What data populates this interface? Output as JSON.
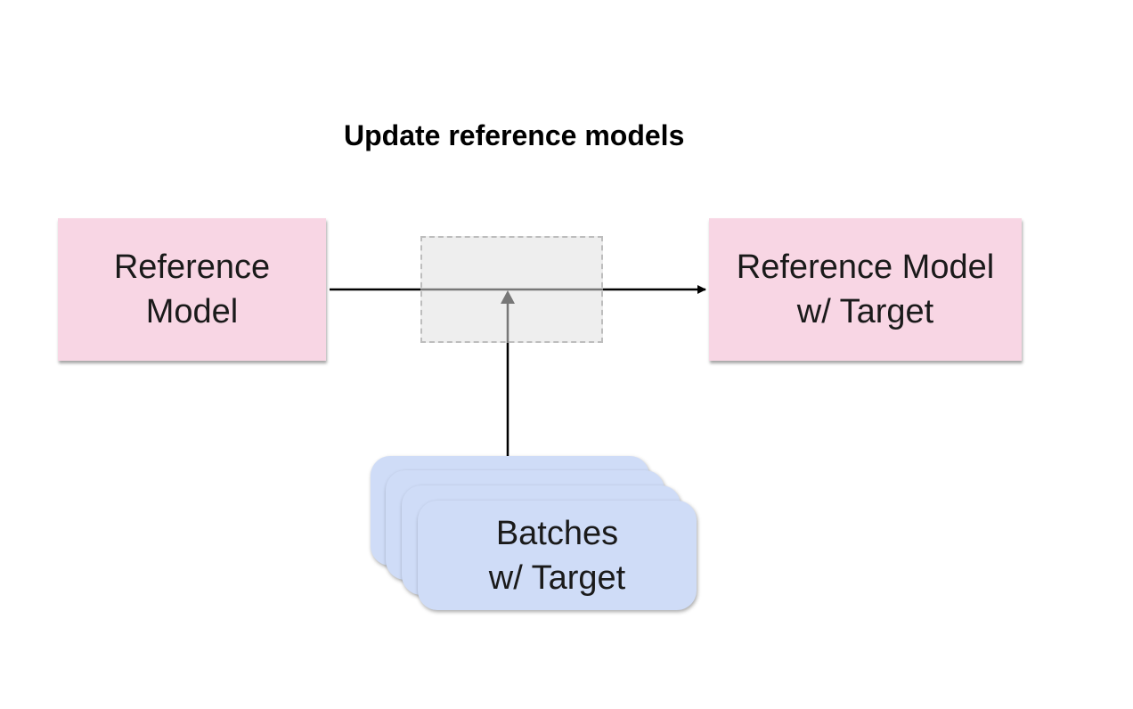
{
  "title": "Update reference models",
  "nodes": {
    "reference_model": {
      "line1": "Reference",
      "line2": "Model"
    },
    "reference_model_target": {
      "line1": "Reference Model",
      "line2": "w/ Target"
    },
    "batches": {
      "line1": "Batches",
      "line2": "w/ Target"
    }
  },
  "colors": {
    "model_fill": "#f8d6e4",
    "batch_fill": "#cfdcf7",
    "merge_fill": "#eeeeee",
    "merge_border": "#bdbdbd",
    "arrow": "#000000",
    "arrow_inner": "#777777"
  }
}
